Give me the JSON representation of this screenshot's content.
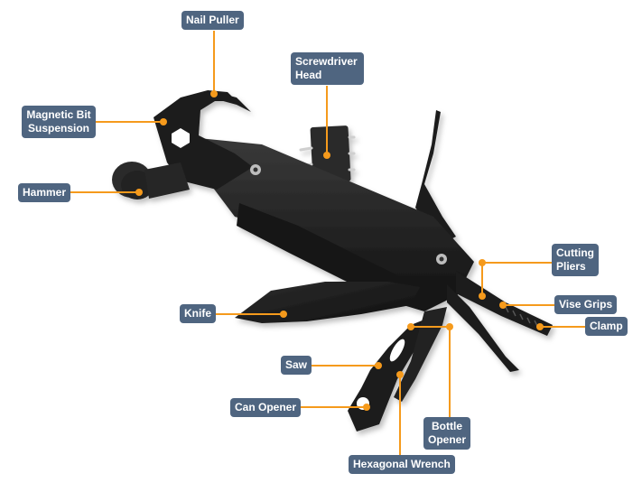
{
  "diagram": {
    "subject": "multi-tool hammer",
    "accent_color": "#f59a1c",
    "label_color": "#4f6580",
    "labels": [
      {
        "id": "nail-puller",
        "text": "Nail Puller"
      },
      {
        "id": "screwdriver-head",
        "text": "Screwdriver\n Head"
      },
      {
        "id": "magnetic-bit-suspension",
        "text": "Magnetic Bit\nSuspension"
      },
      {
        "id": "hammer",
        "text": "Hammer"
      },
      {
        "id": "cutting-pliers",
        "text": "Cutting\nPliers"
      },
      {
        "id": "vise-grips",
        "text": "Vise Grips"
      },
      {
        "id": "clamp",
        "text": "Clamp"
      },
      {
        "id": "knife",
        "text": "Knife"
      },
      {
        "id": "saw",
        "text": "Saw"
      },
      {
        "id": "can-opener",
        "text": "Can Opener"
      },
      {
        "id": "bottle-opener",
        "text": "Bottle\nOpener"
      },
      {
        "id": "hexagonal-wrench",
        "text": "Hexagonal Wrench"
      }
    ]
  }
}
